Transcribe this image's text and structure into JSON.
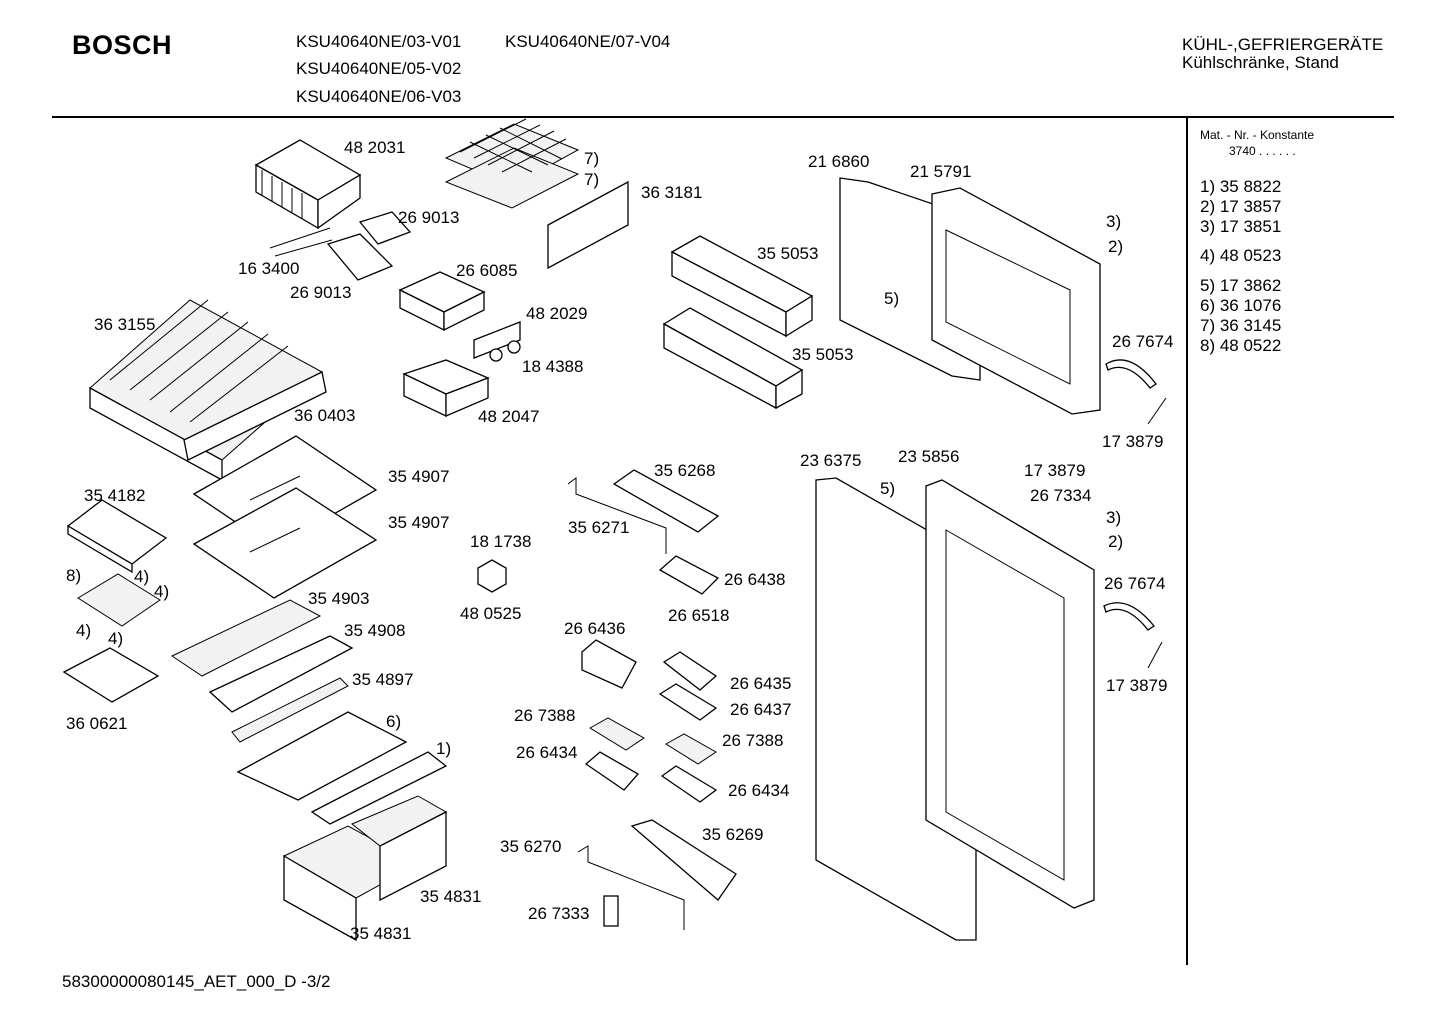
{
  "header": {
    "brand": "BOSCH",
    "models": [
      "KSU40640NE/03-V01",
      "KSU40640NE/07-V04",
      "KSU40640NE/05-V02",
      "KSU40640NE/06-V03"
    ],
    "category_line1": "KÜHL-,GEFRIERGERÄTE",
    "category_line2": "Kühlschränke, Stand"
  },
  "sidebar": {
    "header": "Mat. - Nr. - Konstante",
    "constant": "3740 . . . . . .",
    "items": [
      "1) 35 8822",
      "2) 17 3857",
      "3) 17 3851",
      "4) 48 0523",
      "5) 17 3862",
      "6) 36 1076",
      "7) 36 3145",
      "8) 48 0522"
    ]
  },
  "labels": {
    "p482031": "48 2031",
    "p7a": "7)",
    "p7b": "7)",
    "p363181": "36 3181",
    "p269013a": "26 9013",
    "p163400": "16 3400",
    "p269013b": "26 9013",
    "p266085": "26 6085",
    "p482029": "48 2029",
    "p184388": "18 4388",
    "p363155": "36 3155",
    "p482047": "48 2047",
    "p360403": "36 0403",
    "p355053a": "35 5053",
    "p355053b": "35 5053",
    "p216860": "21 6860",
    "p215791": "21 5791",
    "p3a": "3)",
    "p2a": "2)",
    "p5a": "5)",
    "p267674a": "26 7674",
    "p173879a": "17 3879",
    "p354907a": "35 4907",
    "p354907b": "35 4907",
    "p354182": "35 4182",
    "p8": "8)",
    "p4a": "4)",
    "p4b": "4)",
    "p4c": "4)",
    "p4d": "4)",
    "p354903": "35 4903",
    "p354908": "35 4908",
    "p354897": "35 4897",
    "p360621": "36 0621",
    "p6": "6)",
    "p1": "1)",
    "p354831a": "35 4831",
    "p354831b": "35 4831",
    "p356268": "35 6268",
    "p356271": "35 6271",
    "p181738": "18 1738",
    "p480525": "48 0525",
    "p266438": "26 6438",
    "p266518": "26 6518",
    "p266436": "26 6436",
    "p266435": "26 6435",
    "p266437": "26 6437",
    "p267388a": "26 7388",
    "p267388b": "26 7388",
    "p266434a": "26 6434",
    "p266434b": "26 6434",
    "p356270": "35 6270",
    "p356269": "35 6269",
    "p267333": "26 7333",
    "p236375": "23 6375",
    "p235856": "23 5856",
    "p5b": "5)",
    "p173879b": "17 3879",
    "p267334": "26 7334",
    "p3b": "3)",
    "p2b": "2)",
    "p267674b": "26 7674",
    "p173879c": "17 3879"
  },
  "footer": {
    "doc_id": "58300000080145_AET_000_D  -3/2"
  }
}
